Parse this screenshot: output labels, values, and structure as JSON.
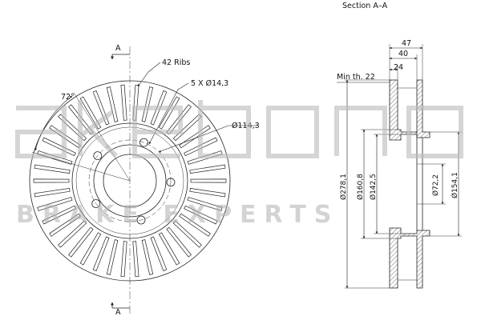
{
  "front_view": {
    "section_marker": "A",
    "angle_label": "72°",
    "ribs_label": "42 Ribs",
    "bolt_label": "5 X Ø14,3",
    "pcd_label": "Ø114,3",
    "rib_count": 42,
    "bolt_hole_count": 5
  },
  "section_view": {
    "title": "Section A–A",
    "min_thickness_label": "Min th. 22",
    "dim_47": "47",
    "dim_40": "40",
    "dim_24": "24",
    "dia_278": "Ø278,1",
    "dia_160": "Ø160,8",
    "dia_142": "Ø142,5",
    "dia_72": "Ø72,2",
    "dia_154": "Ø154,1"
  },
  "watermark": {
    "brand": "akebono",
    "tagline": "BRAKE EXPERTS"
  }
}
